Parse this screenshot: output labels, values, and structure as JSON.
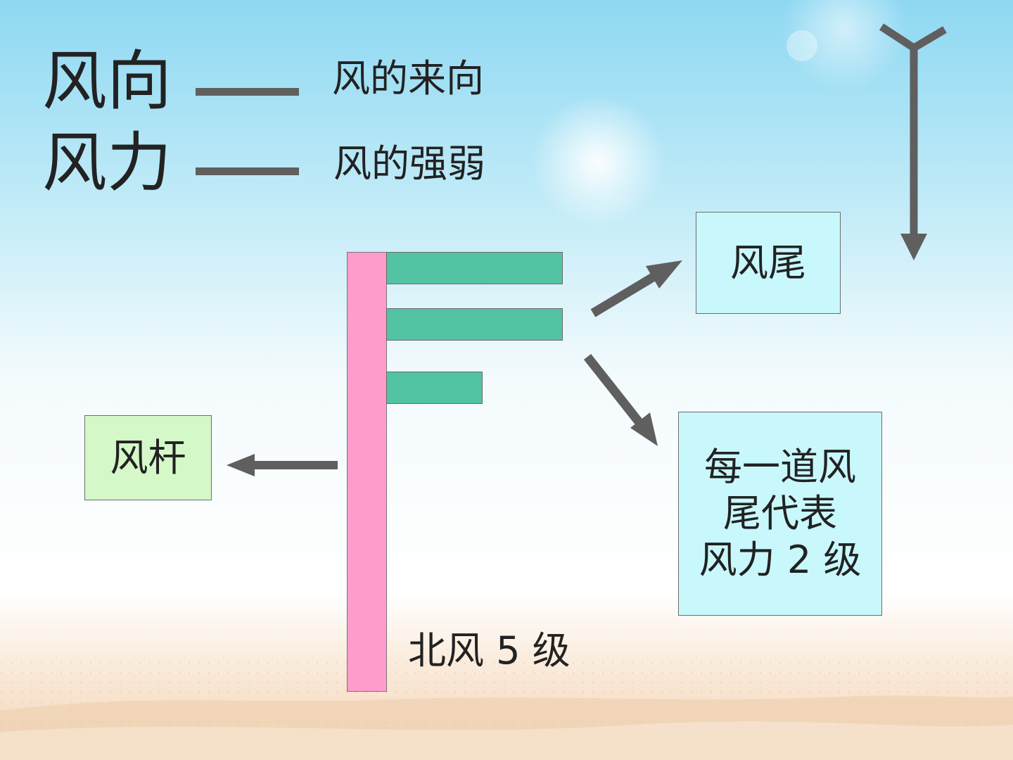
{
  "definitions": [
    {
      "term": "风向",
      "meaning": "风的来向"
    },
    {
      "term": "风力",
      "meaning": "风的强弱"
    }
  ],
  "boxes": {
    "tail": "风尾",
    "staff": "风杆",
    "barb_value_line1": "每一道风",
    "barb_value_line2": "尾代表",
    "barb_value_line3": "风力 2 级"
  },
  "caption": "北风 5 级",
  "colors": {
    "pole": "#ff9ccc",
    "barb": "#52c3a3",
    "tail_box": "#c8f8fc",
    "staff_box": "#d4f8c8",
    "arrow": "#5f5f5f"
  },
  "icons": {
    "north_wind_symbol": "wind-direction-arrow-icon"
  }
}
